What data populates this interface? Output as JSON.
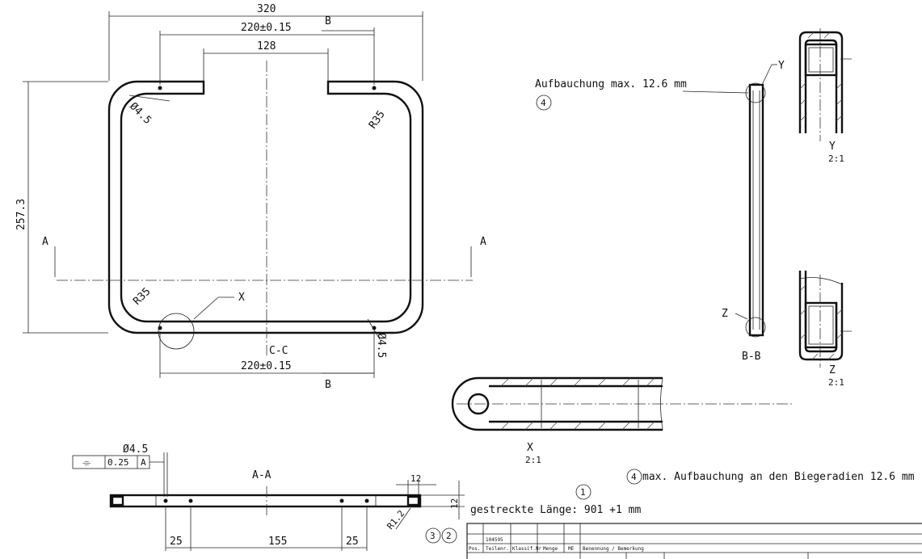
{
  "drawing": {
    "dimensions": {
      "width_overall": "320",
      "hole_spacing_top": "220±0.15",
      "opening": "128",
      "height_overall": "257.3",
      "hole_dia_top": "Ø4.5",
      "hole_dia_bottom": "Ø4.5",
      "radius_top": "R35",
      "radius_bottom": "R35",
      "hole_spacing_bottom": "220±0.15",
      "aa_left": "25",
      "aa_mid": "155",
      "aa_right": "25",
      "tube_width": "12",
      "tube_height": "12",
      "tube_radius": "R1.2",
      "fcf_dia": "Ø4.5",
      "fcf_tolerance": "0.25",
      "fcf_datum": "A",
      "fcf_symbol": "⌯"
    },
    "section_labels": {
      "a_left": "A",
      "a_right": "A",
      "b_top": "B",
      "b_bottom": "B",
      "cc": "C-C",
      "aa": "A-A",
      "bb": "B-B",
      "x_callout": "X",
      "y_callout": "Y",
      "z_callout": "Z",
      "detail_x": "X",
      "detail_x_scale": "2:1",
      "detail_y": "Y",
      "detail_y_scale": "2:1",
      "detail_z": "Z",
      "detail_z_scale": "2:1"
    },
    "notes": {
      "bulge_callout": "Aufbauchung max. 12.6 mm",
      "bulge_balloon": "4",
      "bulge_note_balloon": "4",
      "bulge_note": "max. Aufbauchung an den Biegeradien 12.6 mm",
      "length_balloon": "1",
      "length_note": "gestreckte Länge: 901 +1 mm",
      "balloon_3": "3",
      "balloon_2": "2"
    },
    "title_block": {
      "part_number": "104595",
      "headers": [
        "Pos.",
        "Teilenr.",
        "Klassif.Nr",
        "Menge",
        "ME",
        "Benennung / Bemerkung"
      ]
    }
  }
}
